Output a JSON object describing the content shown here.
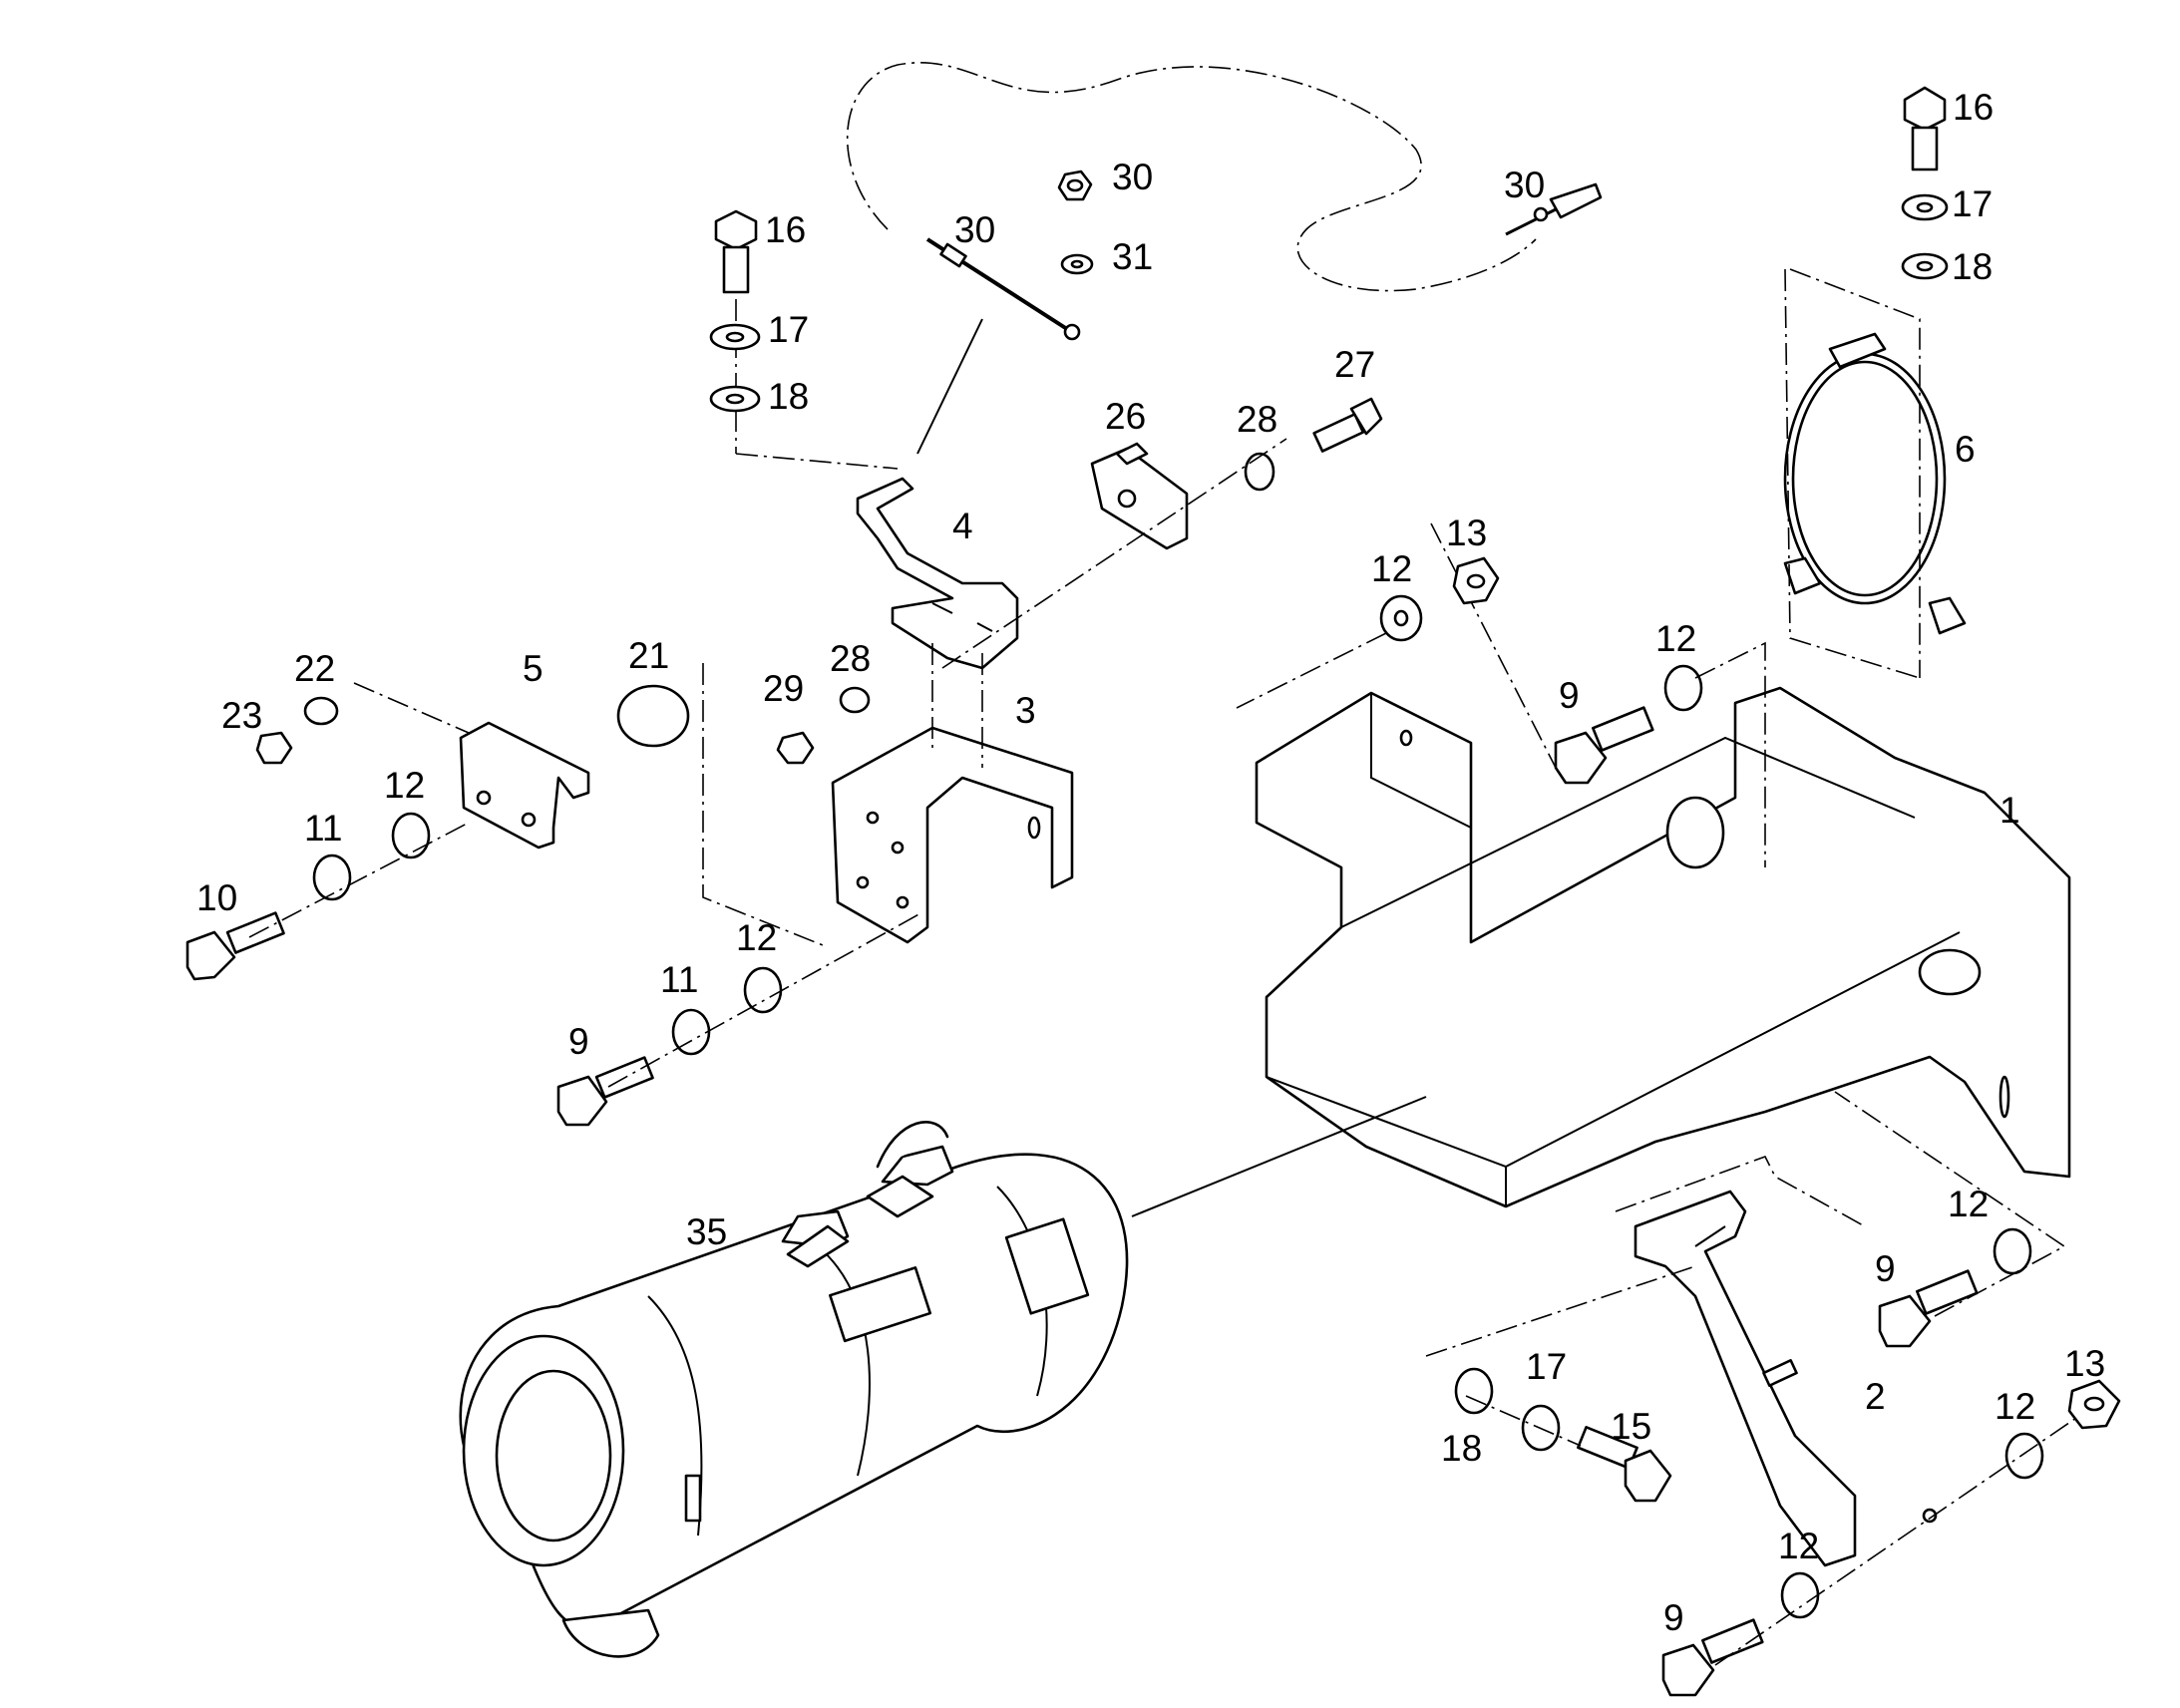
{
  "diagram": {
    "type": "exploded parts diagram",
    "parts": {
      "p1": "1",
      "p2": "2",
      "p3": "3",
      "p4": "4",
      "p5": "5",
      "p6": "6",
      "p9": "9",
      "p10": "10",
      "p11": "11",
      "p12": "12",
      "p13": "13",
      "p15": "15",
      "p16": "16",
      "p17": "17",
      "p18": "18",
      "p21": "21",
      "p22": "22",
      "p23": "23",
      "p26": "26",
      "p27": "27",
      "p28": "28",
      "p29": "29",
      "p30": "30",
      "p31": "31",
      "p35": "35"
    }
  }
}
